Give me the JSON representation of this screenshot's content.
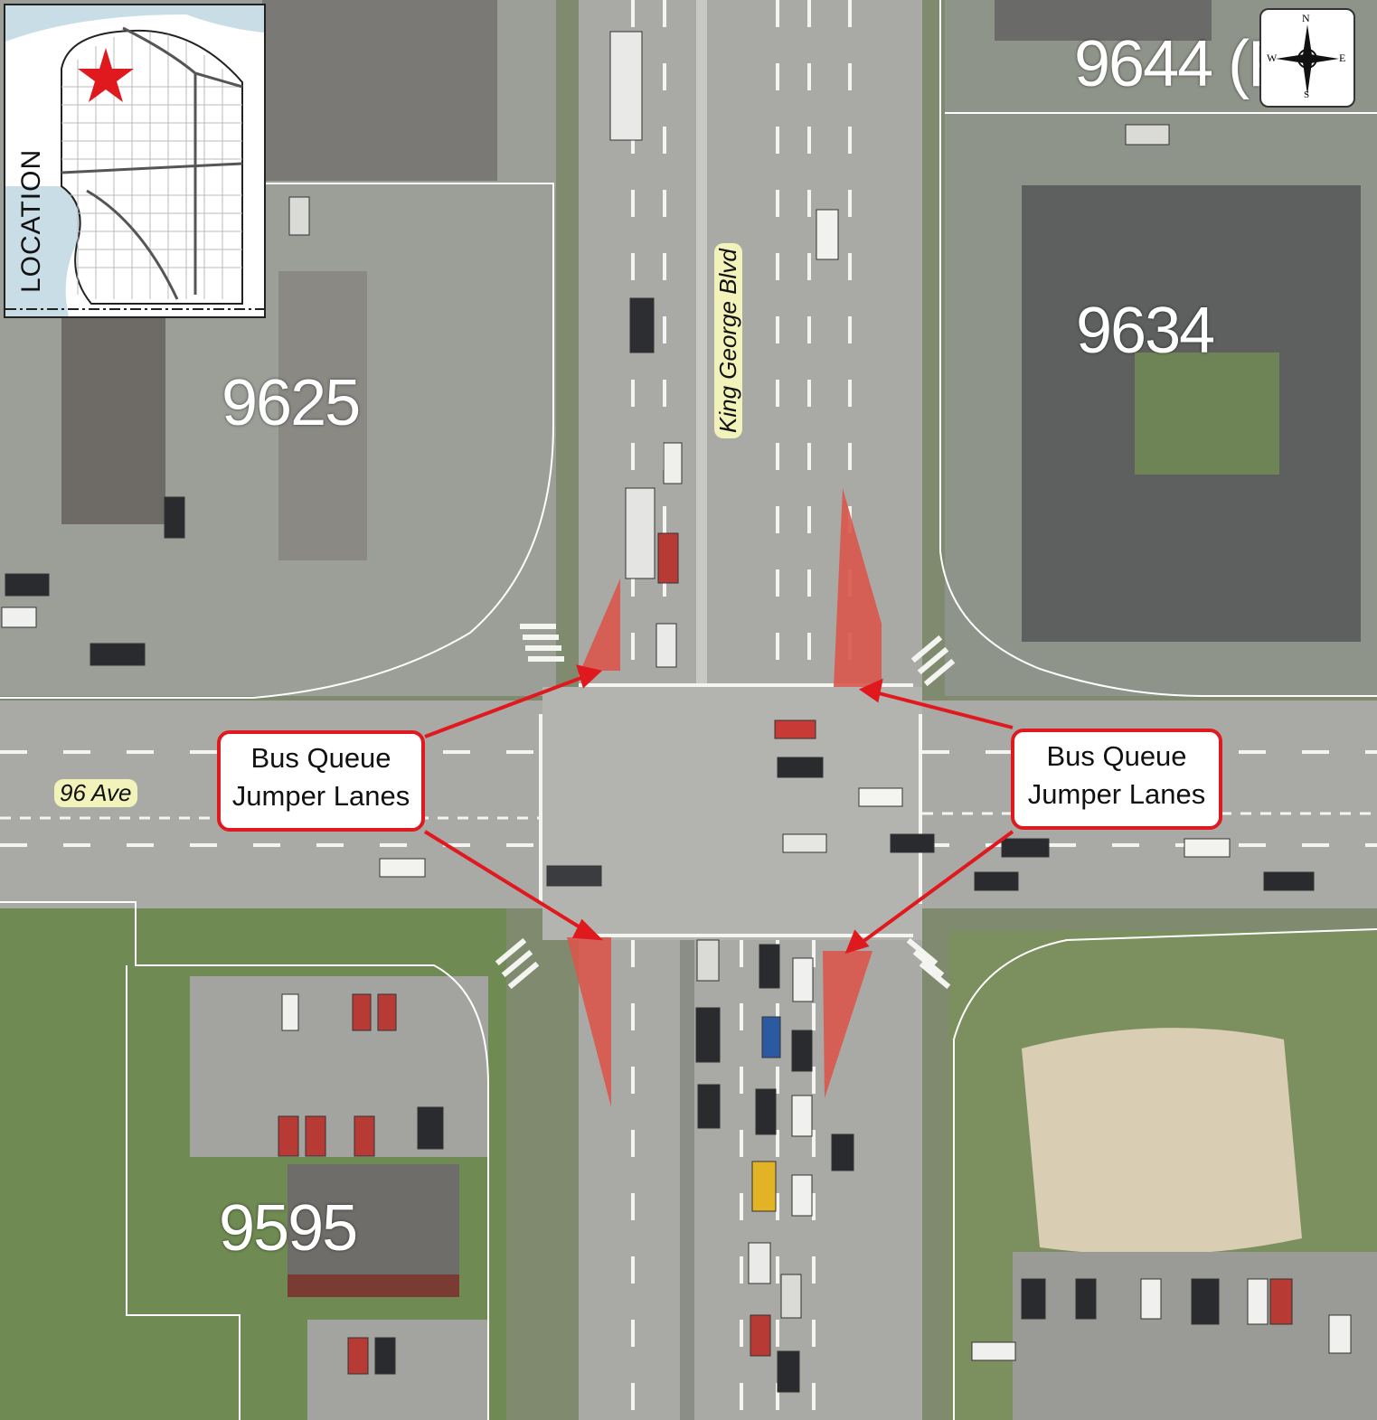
{
  "inset": {
    "label": "LOCATION",
    "star_color": "#e0191f"
  },
  "compass": {
    "n": "N",
    "s": "S",
    "e": "E",
    "w": "W"
  },
  "streets": {
    "north_south": "King George Blvd",
    "east_west": "96 Ave"
  },
  "lots": {
    "lot_9644": "9644 (F",
    "lot_9634": "9634",
    "lot_9625": "9625",
    "lot_9595": "9595"
  },
  "callouts": {
    "left": [
      "Bus Queue",
      "Jumper Lanes"
    ],
    "right": [
      "Bus Queue",
      "Jumper Lanes"
    ],
    "border_color": "#e0191f"
  },
  "colors": {
    "bus_lane": "#d9574b",
    "road": "#a9aaa6",
    "arrow": "#e0191f"
  }
}
